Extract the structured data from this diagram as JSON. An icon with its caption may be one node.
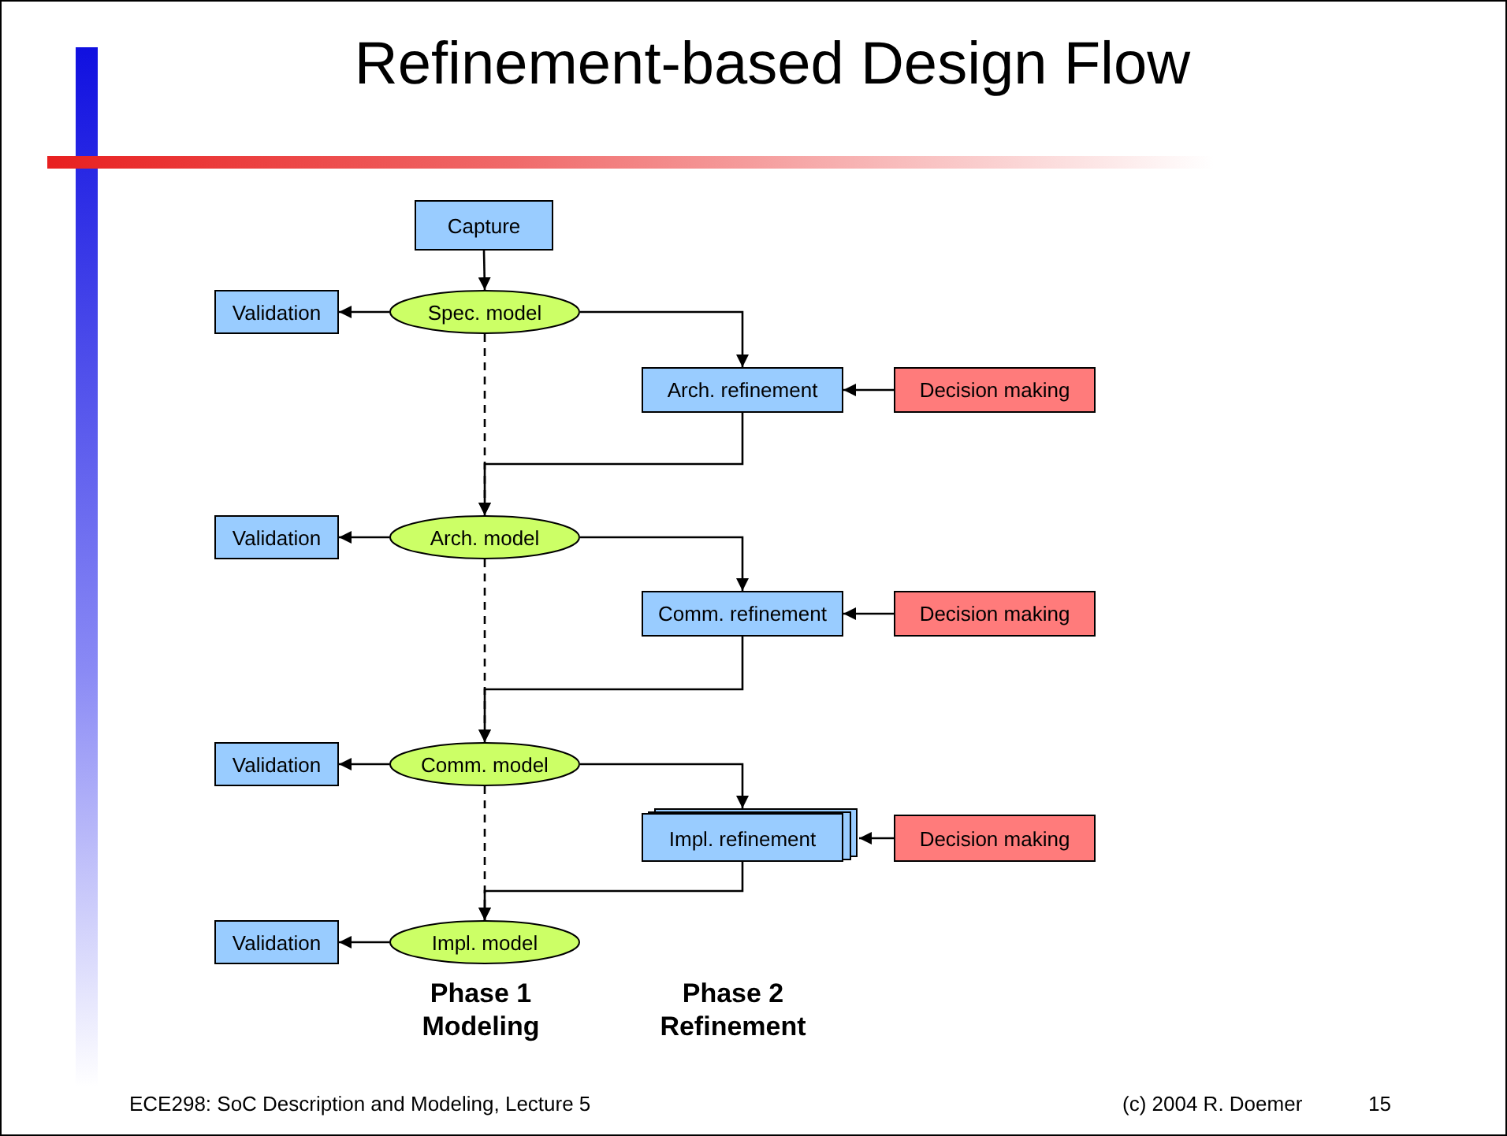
{
  "diagram": {
    "title": "Refinement-based Design Flow",
    "nodes": [
      {
        "text": [
          "Capture"
        ]
      },
      {
        "text": [
          "Validation"
        ]
      },
      {
        "text": [
          "Spec. model"
        ]
      },
      {
        "text": [
          "Arch. refinement"
        ]
      },
      {
        "text": [
          "Decision making"
        ]
      },
      {
        "text": [
          "Validation"
        ]
      },
      {
        "text": [
          "Arch. model"
        ]
      },
      {
        "text": [
          "Comm. refinement"
        ]
      },
      {
        "text": [
          "Decision making"
        ]
      },
      {
        "text": [
          "Validation"
        ]
      },
      {
        "text": [
          "Comm. model"
        ]
      },
      {
        "text": [
          "Impl. refinement"
        ]
      },
      {
        "text": [
          "Decision making"
        ]
      },
      {
        "text": [
          "Validation"
        ]
      },
      {
        "text": [
          "Impl. model"
        ]
      }
    ],
    "edges": [
      {
        "from": 0,
        "to": 2,
        "arrow": "to"
      },
      {
        "from": 2,
        "to": 1,
        "arrow": "to"
      },
      {
        "from": 2,
        "to": 3,
        "arrow": "to"
      },
      {
        "from": 4,
        "to": 3,
        "arrow": "to"
      },
      {
        "from": 2,
        "to": 6,
        "arrow": "to",
        "style": "dashed"
      },
      {
        "from": 3,
        "to": 6,
        "arrow": "to"
      },
      {
        "from": 6,
        "to": 5,
        "arrow": "to"
      },
      {
        "from": 6,
        "to": 7,
        "arrow": "to"
      },
      {
        "from": 8,
        "to": 7,
        "arrow": "to"
      },
      {
        "from": 6,
        "to": 10,
        "arrow": "to",
        "style": "dashed"
      },
      {
        "from": 7,
        "to": 10,
        "arrow": "to"
      },
      {
        "from": 10,
        "to": 9,
        "arrow": "to"
      },
      {
        "from": 10,
        "to": 11,
        "arrow": "to"
      },
      {
        "from": 12,
        "to": 11,
        "arrow": "to"
      },
      {
        "from": 10,
        "to": 14,
        "arrow": "to",
        "style": "dashed"
      },
      {
        "from": 11,
        "to": 14,
        "arrow": "to"
      },
      {
        "from": 14,
        "to": 13,
        "arrow": "to"
      }
    ],
    "labels": [
      "Phase 1 Modeling",
      "Phase 2 Refinement",
      "ECE298: SoC Description and Modeling, Lecture 5",
      "(c) 2004 R. Doemer",
      "15"
    ]
  }
}
